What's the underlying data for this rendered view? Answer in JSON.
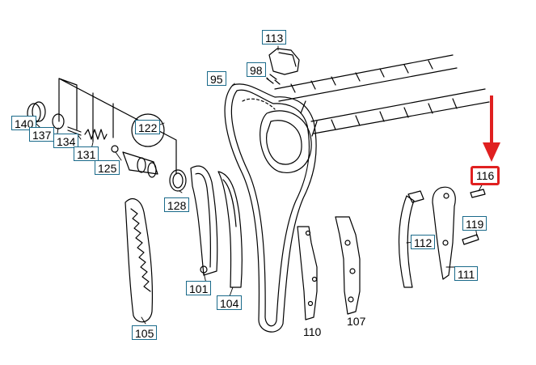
{
  "labels": {
    "l113": "113",
    "l98": "98",
    "l95": "95",
    "l140": "140",
    "l137": "137",
    "l134": "134",
    "l131": "131",
    "l125": "125",
    "l122": "122",
    "l128": "128",
    "l116": "116",
    "l119": "119",
    "l112": "112",
    "l111": "111",
    "l101": "101",
    "l104": "104",
    "l105": "105",
    "l110": "110",
    "l107": "107"
  },
  "highlight": {
    "color": "#e02020"
  }
}
